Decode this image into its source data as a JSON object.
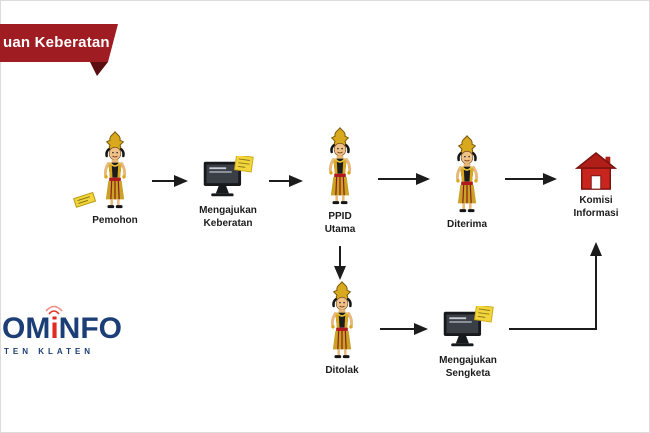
{
  "banner": {
    "label": "uan Keberatan",
    "color": "#9e1c22",
    "fold_color": "#5c0d12"
  },
  "logo": {
    "word_start": "OM",
    "word_i": "i",
    "word_end": "NFO",
    "subtitle": "TEN KLATEN",
    "navy": "#1c3e77",
    "red": "#e02b20",
    "icon": "signal-waves-icon"
  },
  "diagram": {
    "arrow_color": "#1c1c1c",
    "nodes": [
      {
        "id": "pemohon",
        "label": "Pemohon",
        "icon": "wayang-character-icon"
      },
      {
        "id": "mengajukan-keberatan",
        "label": "Mengajukan Keberatan",
        "icon": "computer-sticky-note-icon"
      },
      {
        "id": "ppid-utama",
        "label": "PPID Utama",
        "icon": "wayang-character-icon"
      },
      {
        "id": "diterima",
        "label": "Diterima",
        "icon": "wayang-character-icon"
      },
      {
        "id": "komisi-informasi",
        "label": "Komisi Informasi",
        "icon": "house-icon"
      },
      {
        "id": "ditolak",
        "label": "Ditolak",
        "icon": "wayang-character-icon"
      },
      {
        "id": "mengajukan-sengketa",
        "label": "Mengajukan Sengketa",
        "icon": "computer-sticky-note-icon"
      }
    ],
    "colors": {
      "house_red": "#c0231d",
      "note_yellow": "#f2d53c",
      "wayang_gold": "#d8a81e"
    }
  }
}
